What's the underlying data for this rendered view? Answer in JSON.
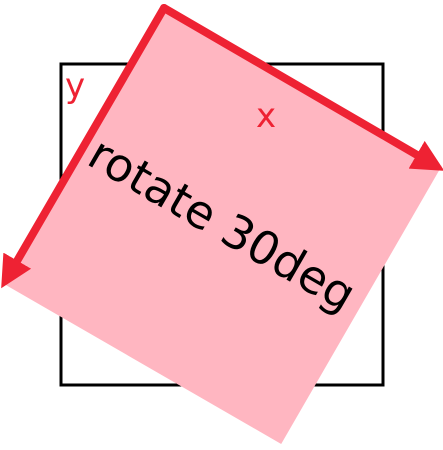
{
  "diagram": {
    "box_label": "rotate 30deg",
    "x_axis_label": "x",
    "y_axis_label": "y",
    "rotation_degrees": 30
  },
  "colors": {
    "outline": "#000000",
    "fill": "#ffb6c1",
    "axis": "#ee2233"
  }
}
